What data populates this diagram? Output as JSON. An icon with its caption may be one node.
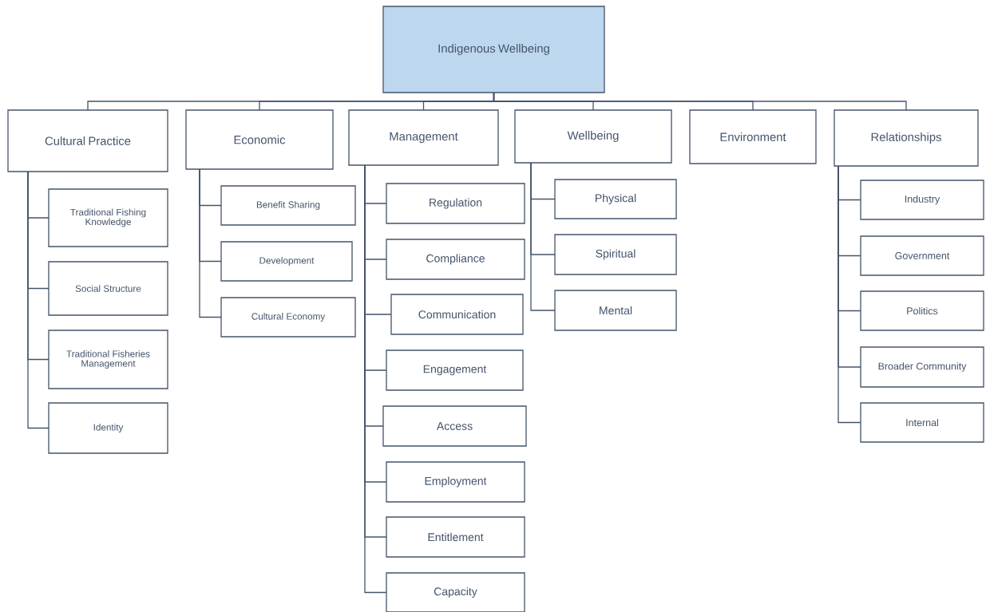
{
  "diagram": {
    "nodes": [
      {
        "text": [
          "Indigenous Wellbeing"
        ]
      },
      {
        "text": [
          "Cultural Practice"
        ]
      },
      {
        "text": [
          "Economic"
        ]
      },
      {
        "text": [
          "Management"
        ]
      },
      {
        "text": [
          "Wellbeing"
        ]
      },
      {
        "text": [
          "Environment"
        ]
      },
      {
        "text": [
          "Relationships"
        ]
      },
      {
        "text": [
          "Traditional Fishing Knowledge"
        ]
      },
      {
        "text": [
          "Social Structure"
        ]
      },
      {
        "text": [
          "Traditional Fisheries Management"
        ]
      },
      {
        "text": [
          "Identity"
        ]
      },
      {
        "text": [
          "Benefit Sharing"
        ]
      },
      {
        "text": [
          "Development"
        ]
      },
      {
        "text": [
          "Cultural Economy"
        ]
      },
      {
        "text": [
          "Regulation"
        ]
      },
      {
        "text": [
          "Compliance"
        ]
      },
      {
        "text": [
          "Communication"
        ]
      },
      {
        "text": [
          "Engagement"
        ]
      },
      {
        "text": [
          "Access"
        ]
      },
      {
        "text": [
          "Employment"
        ]
      },
      {
        "text": [
          "Entitlement"
        ]
      },
      {
        "text": [
          "Capacity"
        ]
      },
      {
        "text": [
          "Physical"
        ]
      },
      {
        "text": [
          "Spiritual"
        ]
      },
      {
        "text": [
          "Mental"
        ]
      },
      {
        "text": [
          "Industry"
        ]
      },
      {
        "text": [
          "Government"
        ]
      },
      {
        "text": [
          "Politics"
        ]
      },
      {
        "text": [
          "Broader Community"
        ]
      },
      {
        "text": [
          "Internal"
        ]
      }
    ],
    "edges": [
      {
        "from": 0,
        "to": 1,
        "arrow": "none"
      },
      {
        "from": 0,
        "to": 2,
        "arrow": "none"
      },
      {
        "from": 0,
        "to": 3,
        "arrow": "none"
      },
      {
        "from": 0,
        "to": 4,
        "arrow": "none"
      },
      {
        "from": 0,
        "to": 5,
        "arrow": "none"
      },
      {
        "from": 0,
        "to": 6,
        "arrow": "none"
      },
      {
        "from": 1,
        "to": 7,
        "arrow": "none"
      },
      {
        "from": 1,
        "to": 8,
        "arrow": "none"
      },
      {
        "from": 1,
        "to": 9,
        "arrow": "none"
      },
      {
        "from": 1,
        "to": 10,
        "arrow": "none"
      },
      {
        "from": 2,
        "to": 11,
        "arrow": "none"
      },
      {
        "from": 2,
        "to": 12,
        "arrow": "none"
      },
      {
        "from": 2,
        "to": 13,
        "arrow": "none"
      },
      {
        "from": 3,
        "to": 14,
        "arrow": "none"
      },
      {
        "from": 3,
        "to": 15,
        "arrow": "none"
      },
      {
        "from": 3,
        "to": 16,
        "arrow": "none"
      },
      {
        "from": 3,
        "to": 17,
        "arrow": "none"
      },
      {
        "from": 3,
        "to": 18,
        "arrow": "none"
      },
      {
        "from": 3,
        "to": 19,
        "arrow": "none"
      },
      {
        "from": 3,
        "to": 20,
        "arrow": "none"
      },
      {
        "from": 3,
        "to": 21,
        "arrow": "none"
      },
      {
        "from": 4,
        "to": 22,
        "arrow": "none"
      },
      {
        "from": 4,
        "to": 23,
        "arrow": "none"
      },
      {
        "from": 4,
        "to": 24,
        "arrow": "none"
      },
      {
        "from": 6,
        "to": 25,
        "arrow": "none"
      },
      {
        "from": 6,
        "to": 26,
        "arrow": "none"
      },
      {
        "from": 6,
        "to": 27,
        "arrow": "none"
      },
      {
        "from": 6,
        "to": 28,
        "arrow": "none"
      },
      {
        "from": 6,
        "to": 29,
        "arrow": "none"
      }
    ]
  }
}
